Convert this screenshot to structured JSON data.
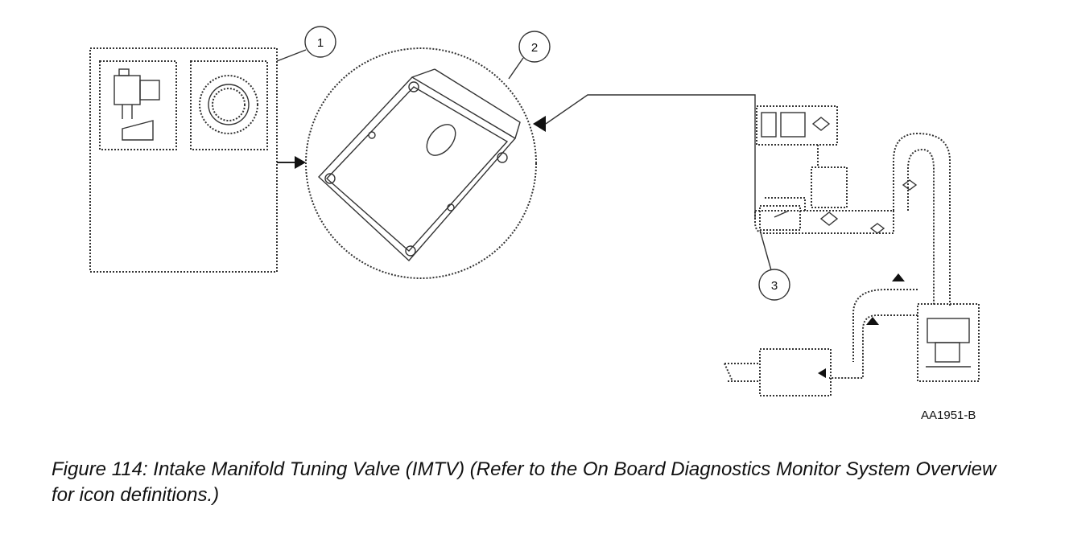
{
  "diagram": {
    "callouts": [
      "1",
      "2",
      "3"
    ],
    "reference_code": "AA1951-B"
  },
  "caption": {
    "text": "Figure 114: Intake Manifold Tuning Valve (IMTV) (Refer to the On Board Diagnostics Monitor System Overview for icon definitions.)"
  }
}
